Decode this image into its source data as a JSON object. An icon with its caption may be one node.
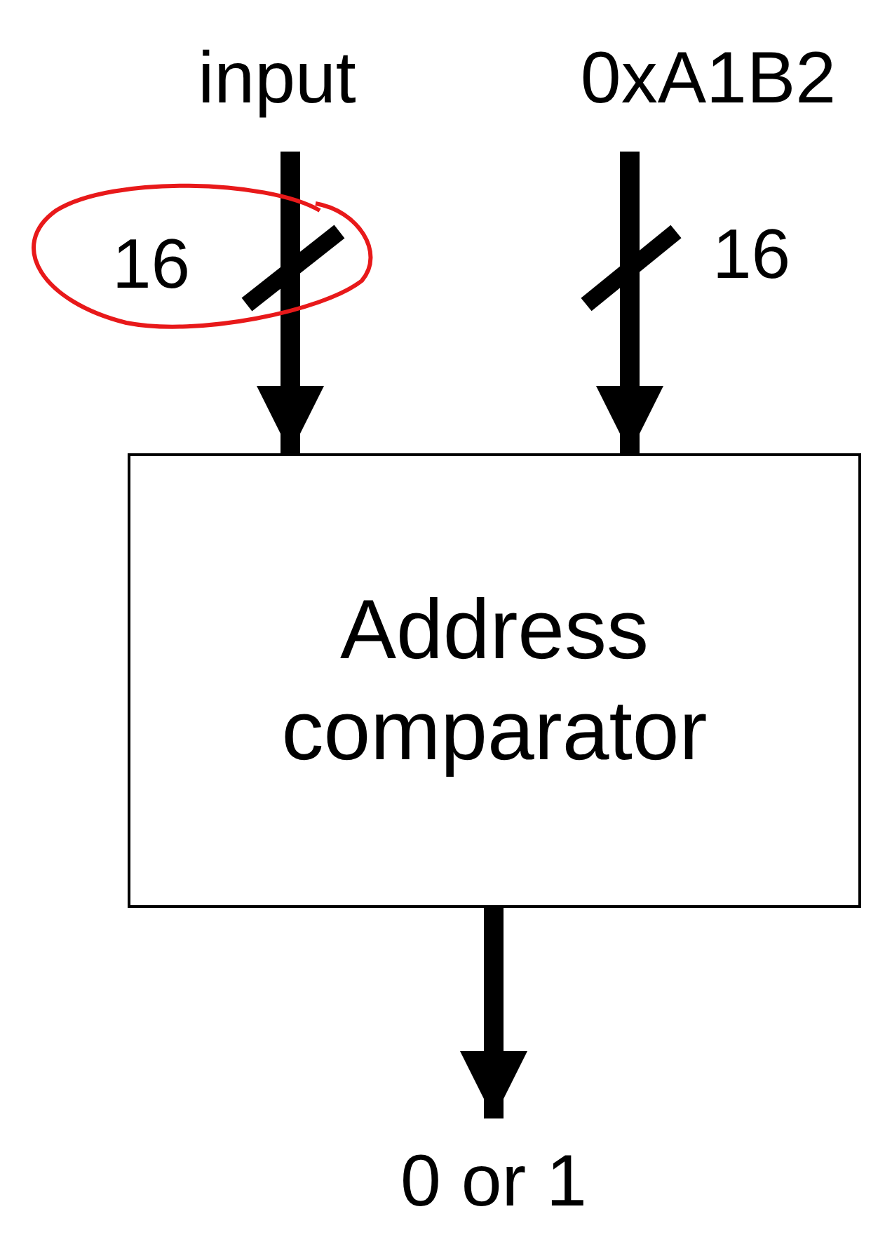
{
  "diagram": {
    "nodes": [
      {
        "text": [
          "input"
        ]
      },
      {
        "text": [
          "0xA1B2"
        ]
      },
      {
        "text": [
          "Address comparator"
        ]
      },
      {
        "text": [
          "0 or 1"
        ]
      }
    ],
    "edges": [
      {
        "from": 0,
        "to": 2,
        "arrow": "to",
        "label": "16"
      },
      {
        "from": 1,
        "to": 2,
        "arrow": "to",
        "label": "16"
      },
      {
        "from": 2,
        "to": 3,
        "arrow": "to"
      }
    ]
  }
}
